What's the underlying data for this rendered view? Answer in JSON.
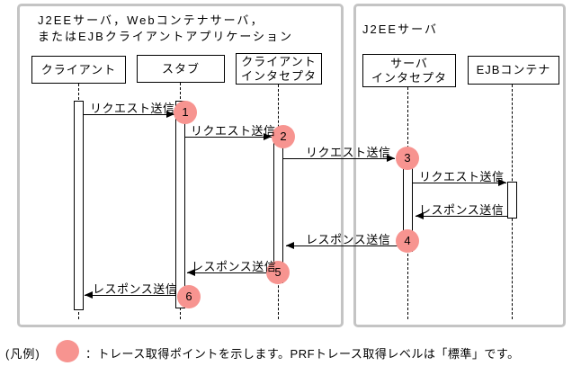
{
  "groups": {
    "left": {
      "title1": "J2EEサーバ，Webコンテナサーバ，",
      "title2": "またはEJBクライアントアプリケーション"
    },
    "right": {
      "title": "J2EEサーバ"
    }
  },
  "actors": {
    "client": "クライアント",
    "stub": "スタブ",
    "client_interceptor_line1": "クライアント",
    "client_interceptor_line2": "インタセプタ",
    "server_interceptor_line1": "サーバ",
    "server_interceptor_line2": "インタセプタ",
    "ejb_container": "EJBコンテナ"
  },
  "messages": {
    "m1": "リクエスト送信",
    "m2": "リクエスト送信",
    "m3": "リクエスト送信",
    "m4": "リクエスト送信",
    "m5": "レスポンス送信",
    "m6": "レスポンス送信",
    "m7": "レスポンス送信",
    "m8": "レスポンス送信"
  },
  "trace_points": {
    "p1": "1",
    "p2": "2",
    "p3": "3",
    "p4": "4",
    "p5": "5",
    "p6": "6"
  },
  "legend": {
    "label": "(凡例)",
    "text": "：トレース取得ポイントを示します。PRFトレース取得レベルは「標準」です。"
  },
  "colors": {
    "trace_point": "#f79490",
    "group_border": "#c4c4c4"
  }
}
